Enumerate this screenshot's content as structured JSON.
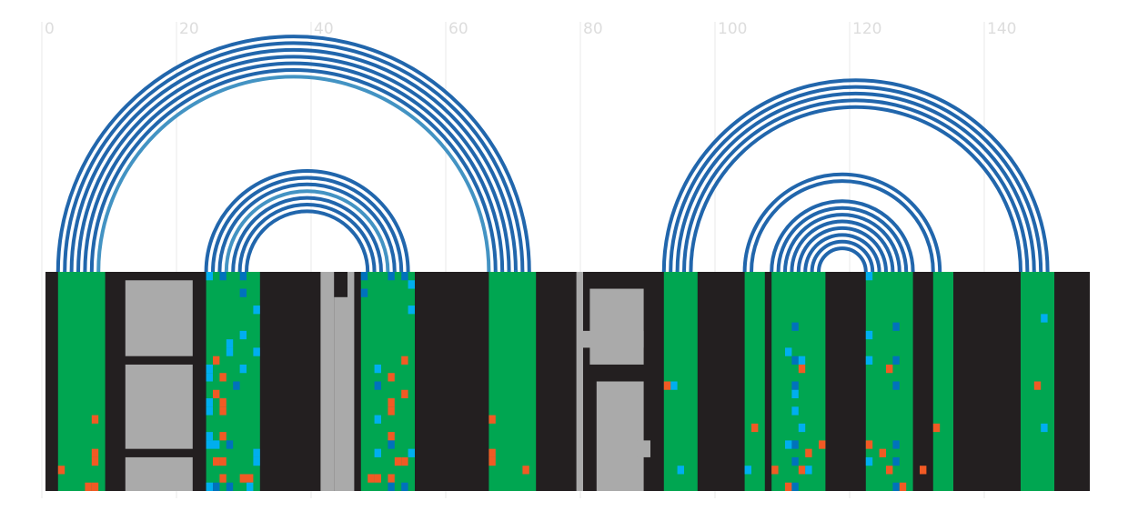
{
  "axis": {
    "ticks": [
      {
        "value": 0,
        "label": "0"
      },
      {
        "value": 20,
        "label": "20"
      },
      {
        "value": 40,
        "label": "40"
      },
      {
        "value": 60,
        "label": "60"
      },
      {
        "value": 80,
        "label": "80"
      },
      {
        "value": 100,
        "label": "100"
      },
      {
        "value": 120,
        "label": "120"
      },
      {
        "value": 140,
        "label": "140"
      }
    ],
    "range": [
      0,
      155
    ]
  },
  "colors": {
    "background": "#ffffff",
    "grid": "#e8e8e8",
    "tick_label": "#dddddd",
    "arc_dark": "#2166ac",
    "arc_light": "#4393c3",
    "paired": "#00a651",
    "unpaired": "#231f20",
    "gap": "#aaaaaa",
    "mutation_orange": "#f15a24",
    "mutation_blue": "#0072bc",
    "mutation_cyan": "#00aeef"
  },
  "arc_groups": [
    {
      "stem_left": [
        2,
        8
      ],
      "stem_right": [
        66,
        72
      ],
      "count": 7,
      "light_index": 6
    },
    {
      "stem_left": [
        24,
        30
      ],
      "stem_right": [
        48,
        54
      ],
      "count": 7,
      "light_index": 3
    },
    {
      "stem_left": [
        92,
        96
      ],
      "stem_right": [
        145,
        149
      ],
      "count": 5,
      "light_index": -1
    },
    {
      "stem_left": [
        104,
        105
      ],
      "stem_right": [
        132,
        133
      ],
      "count": 2,
      "light_index": -1
    },
    {
      "stem_left": [
        108,
        115
      ],
      "stem_right": [
        122,
        129
      ],
      "count": 8,
      "light_index": -1
    }
  ],
  "alignment": {
    "rows": 26,
    "columns": 155,
    "paired_columns": [
      [
        2,
        8
      ],
      [
        24,
        31
      ],
      [
        47,
        54
      ],
      [
        66,
        72
      ],
      [
        92,
        96
      ],
      [
        104,
        106
      ],
      [
        108,
        115
      ],
      [
        122,
        128
      ],
      [
        132,
        134
      ],
      [
        145,
        149
      ]
    ],
    "gap_blocks": [
      {
        "cols": [
          12,
          21
        ],
        "rows": [
          1,
          9
        ]
      },
      {
        "cols": [
          12,
          21
        ],
        "rows": [
          11,
          20
        ]
      },
      {
        "cols": [
          12,
          21
        ],
        "rows": [
          22,
          25
        ]
      },
      {
        "cols": [
          41,
          42
        ],
        "rows": [
          0,
          25
        ]
      },
      {
        "cols": [
          43,
          44
        ],
        "rows": [
          3,
          25
        ]
      },
      {
        "cols": [
          45,
          45
        ],
        "rows": [
          0,
          25
        ]
      },
      {
        "cols": [
          79,
          79
        ],
        "rows": [
          0,
          25
        ]
      },
      {
        "cols": [
          81,
          88
        ],
        "rows": [
          2,
          10
        ]
      },
      {
        "cols": [
          82,
          88
        ],
        "rows": [
          13,
          25
        ]
      },
      {
        "cols": [
          80,
          88
        ],
        "rows": [
          7,
          8
        ]
      },
      {
        "cols": [
          88,
          89
        ],
        "rows": [
          20,
          21
        ]
      }
    ],
    "mutations": [
      {
        "c": 24,
        "r": 0,
        "k": "cyan"
      },
      {
        "c": 26,
        "r": 0,
        "k": "blue"
      },
      {
        "c": 29,
        "r": 0,
        "k": "blue"
      },
      {
        "c": 29,
        "r": 2,
        "k": "blue"
      },
      {
        "c": 31,
        "r": 4,
        "k": "cyan"
      },
      {
        "c": 29,
        "r": 7,
        "k": "cyan"
      },
      {
        "c": 27,
        "r": 8,
        "k": "cyan"
      },
      {
        "c": 27,
        "r": 9,
        "k": "cyan"
      },
      {
        "c": 31,
        "r": 9,
        "k": "cyan"
      },
      {
        "c": 25,
        "r": 10,
        "k": "orange"
      },
      {
        "c": 24,
        "r": 11,
        "k": "cyan"
      },
      {
        "c": 29,
        "r": 11,
        "k": "cyan"
      },
      {
        "c": 24,
        "r": 12,
        "k": "cyan"
      },
      {
        "c": 26,
        "r": 12,
        "k": "orange"
      },
      {
        "c": 28,
        "r": 13,
        "k": "blue"
      },
      {
        "c": 25,
        "r": 14,
        "k": "orange"
      },
      {
        "c": 24,
        "r": 15,
        "k": "cyan"
      },
      {
        "c": 26,
        "r": 15,
        "k": "orange"
      },
      {
        "c": 24,
        "r": 16,
        "k": "cyan"
      },
      {
        "c": 26,
        "r": 16,
        "k": "orange"
      },
      {
        "c": 26,
        "r": 19,
        "k": "orange"
      },
      {
        "c": 24,
        "r": 19,
        "k": "cyan"
      },
      {
        "c": 24,
        "r": 20,
        "k": "cyan"
      },
      {
        "c": 25,
        "r": 20,
        "k": "cyan"
      },
      {
        "c": 27,
        "r": 20,
        "k": "blue"
      },
      {
        "c": 31,
        "r": 21,
        "k": "cyan"
      },
      {
        "c": 31,
        "r": 22,
        "k": "cyan"
      },
      {
        "c": 26,
        "r": 22,
        "k": "orange"
      },
      {
        "c": 25,
        "r": 22,
        "k": "orange"
      },
      {
        "c": 26,
        "r": 24,
        "k": "orange"
      },
      {
        "c": 29,
        "r": 24,
        "k": "orange"
      },
      {
        "c": 30,
        "r": 24,
        "k": "orange"
      },
      {
        "c": 24,
        "r": 25,
        "k": "cyan"
      },
      {
        "c": 25,
        "r": 25,
        "k": "blue"
      },
      {
        "c": 27,
        "r": 25,
        "k": "blue"
      },
      {
        "c": 30,
        "r": 25,
        "k": "cyan"
      },
      {
        "c": 47,
        "r": 0,
        "k": "blue"
      },
      {
        "c": 51,
        "r": 0,
        "k": "blue"
      },
      {
        "c": 53,
        "r": 0,
        "k": "blue"
      },
      {
        "c": 54,
        "r": 1,
        "k": "cyan"
      },
      {
        "c": 47,
        "r": 2,
        "k": "blue"
      },
      {
        "c": 54,
        "r": 4,
        "k": "cyan"
      },
      {
        "c": 53,
        "r": 10,
        "k": "orange"
      },
      {
        "c": 49,
        "r": 11,
        "k": "cyan"
      },
      {
        "c": 51,
        "r": 12,
        "k": "orange"
      },
      {
        "c": 49,
        "r": 13,
        "k": "blue"
      },
      {
        "c": 53,
        "r": 14,
        "k": "orange"
      },
      {
        "c": 51,
        "r": 15,
        "k": "orange"
      },
      {
        "c": 51,
        "r": 16,
        "k": "orange"
      },
      {
        "c": 49,
        "r": 17,
        "k": "cyan"
      },
      {
        "c": 51,
        "r": 19,
        "k": "orange"
      },
      {
        "c": 51,
        "r": 20,
        "k": "blue"
      },
      {
        "c": 49,
        "r": 21,
        "k": "cyan"
      },
      {
        "c": 54,
        "r": 21,
        "k": "cyan"
      },
      {
        "c": 52,
        "r": 22,
        "k": "orange"
      },
      {
        "c": 53,
        "r": 22,
        "k": "orange"
      },
      {
        "c": 48,
        "r": 24,
        "k": "orange"
      },
      {
        "c": 49,
        "r": 24,
        "k": "orange"
      },
      {
        "c": 51,
        "r": 24,
        "k": "orange"
      },
      {
        "c": 51,
        "r": 25,
        "k": "blue"
      },
      {
        "c": 53,
        "r": 25,
        "k": "blue"
      },
      {
        "c": 7,
        "r": 17,
        "k": "orange"
      },
      {
        "c": 7,
        "r": 21,
        "k": "orange"
      },
      {
        "c": 7,
        "r": 22,
        "k": "orange"
      },
      {
        "c": 2,
        "r": 23,
        "k": "orange"
      },
      {
        "c": 6,
        "r": 25,
        "k": "orange"
      },
      {
        "c": 7,
        "r": 25,
        "k": "orange"
      },
      {
        "c": 66,
        "r": 17,
        "k": "orange"
      },
      {
        "c": 66,
        "r": 21,
        "k": "orange"
      },
      {
        "c": 66,
        "r": 22,
        "k": "orange"
      },
      {
        "c": 71,
        "r": 23,
        "k": "orange"
      },
      {
        "c": 93,
        "r": 13,
        "k": "cyan"
      },
      {
        "c": 92,
        "r": 13,
        "k": "orange"
      },
      {
        "c": 94,
        "r": 23,
        "k": "cyan"
      },
      {
        "c": 105,
        "r": 18,
        "k": "orange"
      },
      {
        "c": 104,
        "r": 23,
        "k": "cyan"
      },
      {
        "c": 111,
        "r": 6,
        "k": "blue"
      },
      {
        "c": 110,
        "r": 9,
        "k": "cyan"
      },
      {
        "c": 111,
        "r": 10,
        "k": "blue"
      },
      {
        "c": 112,
        "r": 10,
        "k": "cyan"
      },
      {
        "c": 112,
        "r": 11,
        "k": "orange"
      },
      {
        "c": 111,
        "r": 13,
        "k": "blue"
      },
      {
        "c": 111,
        "r": 14,
        "k": "cyan"
      },
      {
        "c": 111,
        "r": 16,
        "k": "cyan"
      },
      {
        "c": 112,
        "r": 18,
        "k": "cyan"
      },
      {
        "c": 110,
        "r": 20,
        "k": "cyan"
      },
      {
        "c": 111,
        "r": 20,
        "k": "blue"
      },
      {
        "c": 115,
        "r": 20,
        "k": "orange"
      },
      {
        "c": 113,
        "r": 21,
        "k": "orange"
      },
      {
        "c": 111,
        "r": 22,
        "k": "blue"
      },
      {
        "c": 108,
        "r": 23,
        "k": "orange"
      },
      {
        "c": 112,
        "r": 23,
        "k": "orange"
      },
      {
        "c": 113,
        "r": 23,
        "k": "cyan"
      },
      {
        "c": 110,
        "r": 25,
        "k": "orange"
      },
      {
        "c": 111,
        "r": 25,
        "k": "blue"
      },
      {
        "c": 122,
        "r": 0,
        "k": "cyan"
      },
      {
        "c": 126,
        "r": 6,
        "k": "blue"
      },
      {
        "c": 122,
        "r": 7,
        "k": "cyan"
      },
      {
        "c": 126,
        "r": 10,
        "k": "blue"
      },
      {
        "c": 122,
        "r": 10,
        "k": "cyan"
      },
      {
        "c": 125,
        "r": 11,
        "k": "orange"
      },
      {
        "c": 126,
        "r": 13,
        "k": "blue"
      },
      {
        "c": 122,
        "r": 20,
        "k": "orange"
      },
      {
        "c": 126,
        "r": 20,
        "k": "blue"
      },
      {
        "c": 124,
        "r": 21,
        "k": "orange"
      },
      {
        "c": 122,
        "r": 22,
        "k": "cyan"
      },
      {
        "c": 126,
        "r": 22,
        "k": "blue"
      },
      {
        "c": 125,
        "r": 23,
        "k": "orange"
      },
      {
        "c": 126,
        "r": 25,
        "k": "blue"
      },
      {
        "c": 127,
        "r": 25,
        "k": "orange"
      },
      {
        "c": 132,
        "r": 18,
        "k": "orange"
      },
      {
        "c": 130,
        "r": 23,
        "k": "orange"
      },
      {
        "c": 148,
        "r": 5,
        "k": "cyan"
      },
      {
        "c": 147,
        "r": 13,
        "k": "orange"
      },
      {
        "c": 148,
        "r": 18,
        "k": "cyan"
      }
    ]
  }
}
